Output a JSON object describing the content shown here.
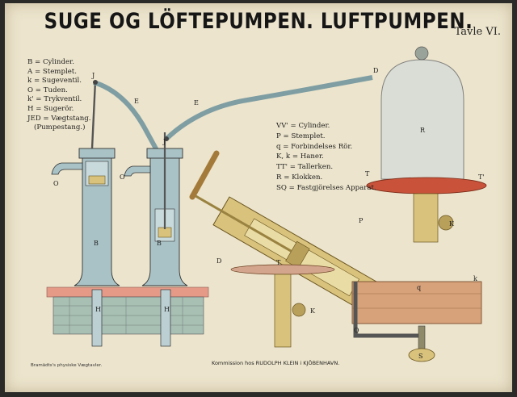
{
  "title": "SUGE OG LÖFTEPUMPEN. LUFTPUMPEN.",
  "plate": "Tavle VI.",
  "legend_left": [
    "B = Cylinder.",
    "A = Stemplet.",
    "k = Sugeventil.",
    "O = Tuden.",
    "k' = Trykventil.",
    "H = Sugerör.",
    "JED = Vægtstang.",
    "(Pumpestang.)"
  ],
  "legend_right": [
    "VV' = Cylinder.",
    "P = Stemplet.",
    "q = Forbindelses Rör.",
    "K, k = Haner.",
    "TT' = Tallerken.",
    "R = Klokken.",
    "SQ = Fastgjörelses Apparat."
  ],
  "footer_left": "Bramädts's physiske Vægtavler.",
  "footer_center": "Kommission hos RUDOLPH KLEIN i KJÖBENHAVN.",
  "colors": {
    "paper": "#ece4cc",
    "pump_blue": "#a9c2c6",
    "brass": "#d8c27c",
    "wood": "#d7a27a",
    "plate_red": "#c8533a",
    "brick": "#e59a88"
  }
}
